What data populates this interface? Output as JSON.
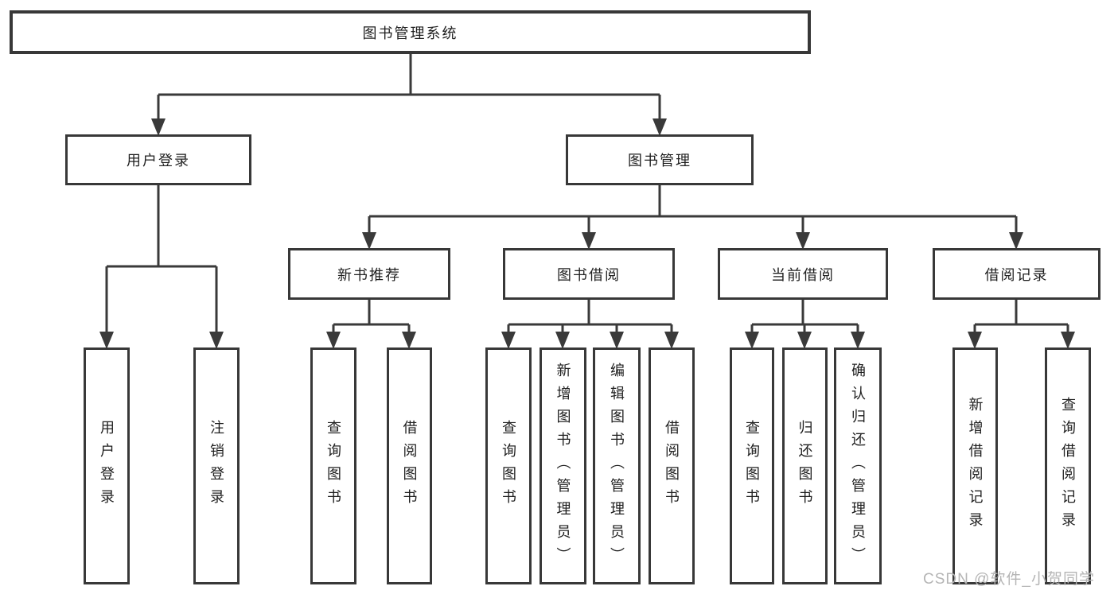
{
  "diagram_title": "图书管理系统",
  "tree": {
    "label": "图书管理系统",
    "children": [
      {
        "label": "用户登录",
        "children": [
          {
            "label": "用户登录"
          },
          {
            "label": "注销登录"
          }
        ]
      },
      {
        "label": "图书管理",
        "children": [
          {
            "label": "新书推荐",
            "children": [
              {
                "label": "查询图书"
              },
              {
                "label": "借阅图书"
              }
            ]
          },
          {
            "label": "图书借阅",
            "children": [
              {
                "label": "查询图书"
              },
              {
                "label": "新增图书（管理员）"
              },
              {
                "label": "编辑图书（管理员）"
              },
              {
                "label": "借阅图书"
              }
            ]
          },
          {
            "label": "当前借阅",
            "children": [
              {
                "label": "查询图书"
              },
              {
                "label": "归还图书"
              },
              {
                "label": "确认归还（管理员）"
              }
            ]
          },
          {
            "label": "借阅记录",
            "children": [
              {
                "label": "新增借阅记录"
              },
              {
                "label": "查询借阅记录"
              }
            ]
          }
        ]
      }
    ]
  },
  "watermark": "CSDN @软件_小贺同学",
  "colors": {
    "background": "#ffffff",
    "box_border": "#383838",
    "connector_line": "#3a3a3a",
    "text": "#1f1f1f",
    "watermark": "#b5b5b5"
  }
}
